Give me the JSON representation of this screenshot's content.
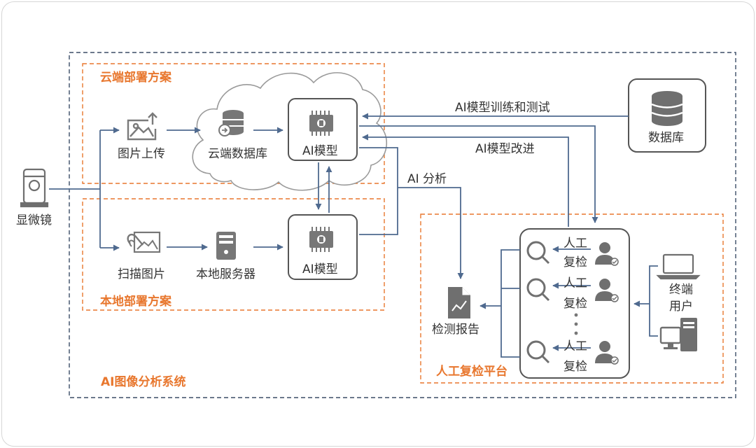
{
  "title": "AI图像分析系统",
  "cloud": {
    "label": "云端部署方案",
    "upload": "图片上传",
    "db": "云端数据库",
    "model": "AI模型"
  },
  "local": {
    "label": "本地部署方案",
    "scan": "扫描图片",
    "server": "本地服务器",
    "model": "AI模型"
  },
  "microscope": "显微镜",
  "database": "数据库",
  "arrows": {
    "train_test": "AI模型训练和测试",
    "improve": "AI模型改进",
    "analysis": "AI 分析"
  },
  "report": "检测报告",
  "review": {
    "label": "人工复检平台",
    "rows": [
      {
        "line1": "人工",
        "line2": "复检"
      },
      {
        "line1": "人工",
        "line2": "复检"
      },
      {
        "line1": "人工",
        "line2": "复检"
      }
    ]
  },
  "end_user": {
    "line1": "终端",
    "line2": "用户"
  },
  "colors": {
    "line": "#4f6a8f",
    "orange": "#e8772e",
    "blue": "#4a7ab8",
    "icon": "#707070",
    "border": "#555555"
  }
}
